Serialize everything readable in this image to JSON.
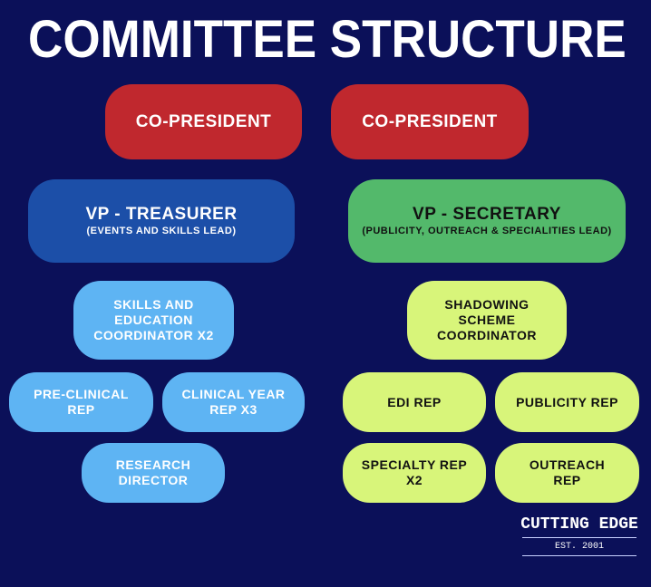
{
  "title": "COMMITTEE STRUCTURE",
  "co_presidents": [
    "CO-PRESIDENT",
    "CO-PRESIDENT"
  ],
  "vp_treasurer": {
    "title": "VP - TREASURER",
    "subtitle": "(EVENTS AND SKILLS LEAD)"
  },
  "vp_secretary": {
    "title": "VP - SECRETARY",
    "subtitle": "(PUBLICITY, OUTREACH & SPECIALITIES LEAD)"
  },
  "left_roles": {
    "skills": "SKILLS AND EDUCATION COORDINATOR X2",
    "preclinical": "PRE-CLINICAL REP",
    "clinical": "CLINICAL YEAR REP X3",
    "research": "RESEARCH DIRECTOR"
  },
  "right_roles": {
    "shadowing": "SHADOWING SCHEME COORDINATOR",
    "edi": "EDI REP",
    "publicity": "PUBLICITY REP",
    "specialty": "SPECIALTY REP X2",
    "outreach": "OUTREACH REP"
  },
  "logo": {
    "name": "CUTTING EDGE",
    "est": "EST. 2001"
  },
  "colors": {
    "background": "#0b1059",
    "red": "#c0282e",
    "dark_blue": "#1c4fa8",
    "green": "#53b96b",
    "light_blue": "#5eb4f3",
    "lime": "#d8f57a"
  }
}
